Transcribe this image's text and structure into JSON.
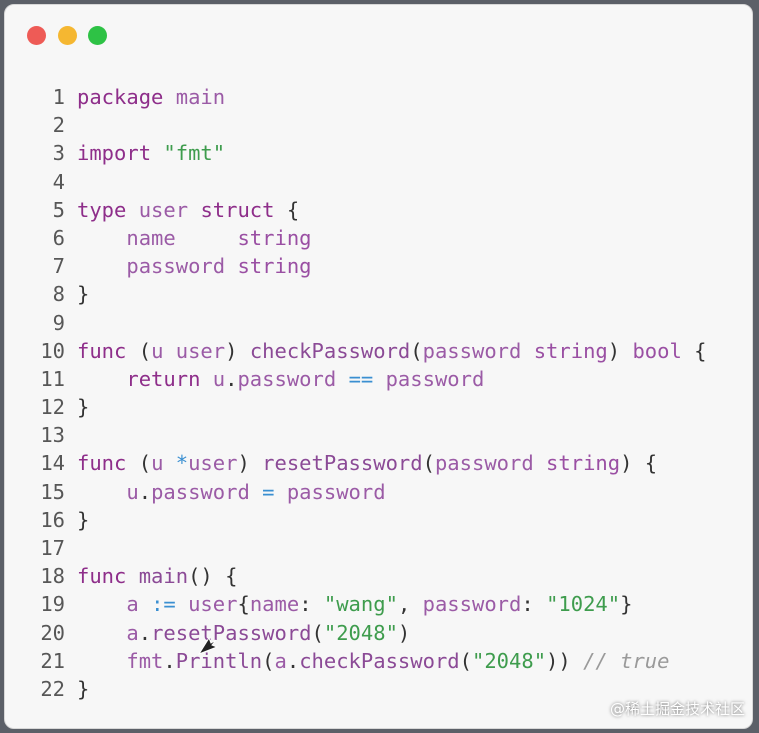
{
  "window": {
    "controls": {
      "close": "close-icon",
      "minimize": "minimize-icon",
      "zoom": "zoom-icon"
    }
  },
  "code": {
    "lines": [
      {
        "n": "1",
        "tokens": [
          {
            "t": "package",
            "c": "kw"
          },
          {
            "t": " ",
            "c": "pl"
          },
          {
            "t": "main",
            "c": "id"
          }
        ]
      },
      {
        "n": "2",
        "tokens": []
      },
      {
        "n": "3",
        "tokens": [
          {
            "t": "import",
            "c": "kw"
          },
          {
            "t": " ",
            "c": "pl"
          },
          {
            "t": "\"fmt\"",
            "c": "st"
          }
        ]
      },
      {
        "n": "4",
        "tokens": []
      },
      {
        "n": "5",
        "tokens": [
          {
            "t": "type",
            "c": "kw"
          },
          {
            "t": " ",
            "c": "pl"
          },
          {
            "t": "user",
            "c": "id"
          },
          {
            "t": " ",
            "c": "pl"
          },
          {
            "t": "struct",
            "c": "kw"
          },
          {
            "t": " {",
            "c": "pl"
          }
        ]
      },
      {
        "n": "6",
        "tokens": [
          {
            "t": "    ",
            "c": "pl"
          },
          {
            "t": "name",
            "c": "id"
          },
          {
            "t": "     ",
            "c": "pl"
          },
          {
            "t": "string",
            "c": "ty"
          }
        ]
      },
      {
        "n": "7",
        "tokens": [
          {
            "t": "    ",
            "c": "pl"
          },
          {
            "t": "password",
            "c": "id"
          },
          {
            "t": " ",
            "c": "pl"
          },
          {
            "t": "string",
            "c": "ty"
          }
        ]
      },
      {
        "n": "8",
        "tokens": [
          {
            "t": "}",
            "c": "pl"
          }
        ]
      },
      {
        "n": "9",
        "tokens": []
      },
      {
        "n": "10",
        "tokens": [
          {
            "t": "func",
            "c": "kw"
          },
          {
            "t": " (",
            "c": "pl"
          },
          {
            "t": "u",
            "c": "id"
          },
          {
            "t": " ",
            "c": "pl"
          },
          {
            "t": "user",
            "c": "id"
          },
          {
            "t": ") ",
            "c": "pl"
          },
          {
            "t": "checkPassword",
            "c": "fn"
          },
          {
            "t": "(",
            "c": "pl"
          },
          {
            "t": "password",
            "c": "id"
          },
          {
            "t": " ",
            "c": "pl"
          },
          {
            "t": "string",
            "c": "ty"
          },
          {
            "t": ") ",
            "c": "pl"
          },
          {
            "t": "bool",
            "c": "ty"
          },
          {
            "t": " {",
            "c": "pl"
          }
        ]
      },
      {
        "n": "11",
        "tokens": [
          {
            "t": "    ",
            "c": "pl"
          },
          {
            "t": "return",
            "c": "kw"
          },
          {
            "t": " ",
            "c": "pl"
          },
          {
            "t": "u",
            "c": "id"
          },
          {
            "t": ".",
            "c": "pl"
          },
          {
            "t": "password",
            "c": "id"
          },
          {
            "t": " ",
            "c": "pl"
          },
          {
            "t": "==",
            "c": "op"
          },
          {
            "t": " ",
            "c": "pl"
          },
          {
            "t": "password",
            "c": "id"
          }
        ]
      },
      {
        "n": "12",
        "tokens": [
          {
            "t": "}",
            "c": "pl"
          }
        ]
      },
      {
        "n": "13",
        "tokens": []
      },
      {
        "n": "14",
        "tokens": [
          {
            "t": "func",
            "c": "kw"
          },
          {
            "t": " (",
            "c": "pl"
          },
          {
            "t": "u",
            "c": "id"
          },
          {
            "t": " ",
            "c": "pl"
          },
          {
            "t": "*",
            "c": "op"
          },
          {
            "t": "user",
            "c": "id"
          },
          {
            "t": ") ",
            "c": "pl"
          },
          {
            "t": "resetPassword",
            "c": "fn"
          },
          {
            "t": "(",
            "c": "pl"
          },
          {
            "t": "password",
            "c": "id"
          },
          {
            "t": " ",
            "c": "pl"
          },
          {
            "t": "string",
            "c": "ty"
          },
          {
            "t": ") {",
            "c": "pl"
          }
        ]
      },
      {
        "n": "15",
        "tokens": [
          {
            "t": "    ",
            "c": "pl"
          },
          {
            "t": "u",
            "c": "id"
          },
          {
            "t": ".",
            "c": "pl"
          },
          {
            "t": "password",
            "c": "id"
          },
          {
            "t": " ",
            "c": "pl"
          },
          {
            "t": "=",
            "c": "op"
          },
          {
            "t": " ",
            "c": "pl"
          },
          {
            "t": "password",
            "c": "id"
          }
        ]
      },
      {
        "n": "16",
        "tokens": [
          {
            "t": "}",
            "c": "pl"
          }
        ]
      },
      {
        "n": "17",
        "tokens": []
      },
      {
        "n": "18",
        "tokens": [
          {
            "t": "func",
            "c": "kw"
          },
          {
            "t": " ",
            "c": "pl"
          },
          {
            "t": "main",
            "c": "fn"
          },
          {
            "t": "() {",
            "c": "pl"
          }
        ]
      },
      {
        "n": "19",
        "tokens": [
          {
            "t": "    ",
            "c": "pl"
          },
          {
            "t": "a",
            "c": "id"
          },
          {
            "t": " ",
            "c": "pl"
          },
          {
            "t": ":=",
            "c": "op"
          },
          {
            "t": " ",
            "c": "pl"
          },
          {
            "t": "user",
            "c": "id"
          },
          {
            "t": "{",
            "c": "pl"
          },
          {
            "t": "name",
            "c": "id"
          },
          {
            "t": ": ",
            "c": "pl"
          },
          {
            "t": "\"wang\"",
            "c": "st"
          },
          {
            "t": ", ",
            "c": "pl"
          },
          {
            "t": "password",
            "c": "id"
          },
          {
            "t": ": ",
            "c": "pl"
          },
          {
            "t": "\"1024\"",
            "c": "st"
          },
          {
            "t": "}",
            "c": "pl"
          }
        ]
      },
      {
        "n": "20",
        "tokens": [
          {
            "t": "    ",
            "c": "pl"
          },
          {
            "t": "a",
            "c": "id"
          },
          {
            "t": ".",
            "c": "pl"
          },
          {
            "t": "resetPassword",
            "c": "fn"
          },
          {
            "t": "(",
            "c": "pl"
          },
          {
            "t": "\"2048\"",
            "c": "st"
          },
          {
            "t": ")",
            "c": "pl"
          }
        ]
      },
      {
        "n": "21",
        "tokens": [
          {
            "t": "    ",
            "c": "pl"
          },
          {
            "t": "fmt",
            "c": "id"
          },
          {
            "t": ".",
            "c": "pl"
          },
          {
            "t": "Println",
            "c": "fn"
          },
          {
            "t": "(",
            "c": "pl"
          },
          {
            "t": "a",
            "c": "id"
          },
          {
            "t": ".",
            "c": "pl"
          },
          {
            "t": "checkPassword",
            "c": "fn"
          },
          {
            "t": "(",
            "c": "pl"
          },
          {
            "t": "\"2048\"",
            "c": "st"
          },
          {
            "t": ")) ",
            "c": "pl"
          },
          {
            "t": "// true",
            "c": "cm"
          }
        ]
      },
      {
        "n": "22",
        "tokens": [
          {
            "t": "}",
            "c": "pl"
          }
        ]
      }
    ]
  },
  "watermark": {
    "text": "@稀土掘金技术社区"
  },
  "cursor": {
    "icon": "mouse-pointer-icon"
  }
}
